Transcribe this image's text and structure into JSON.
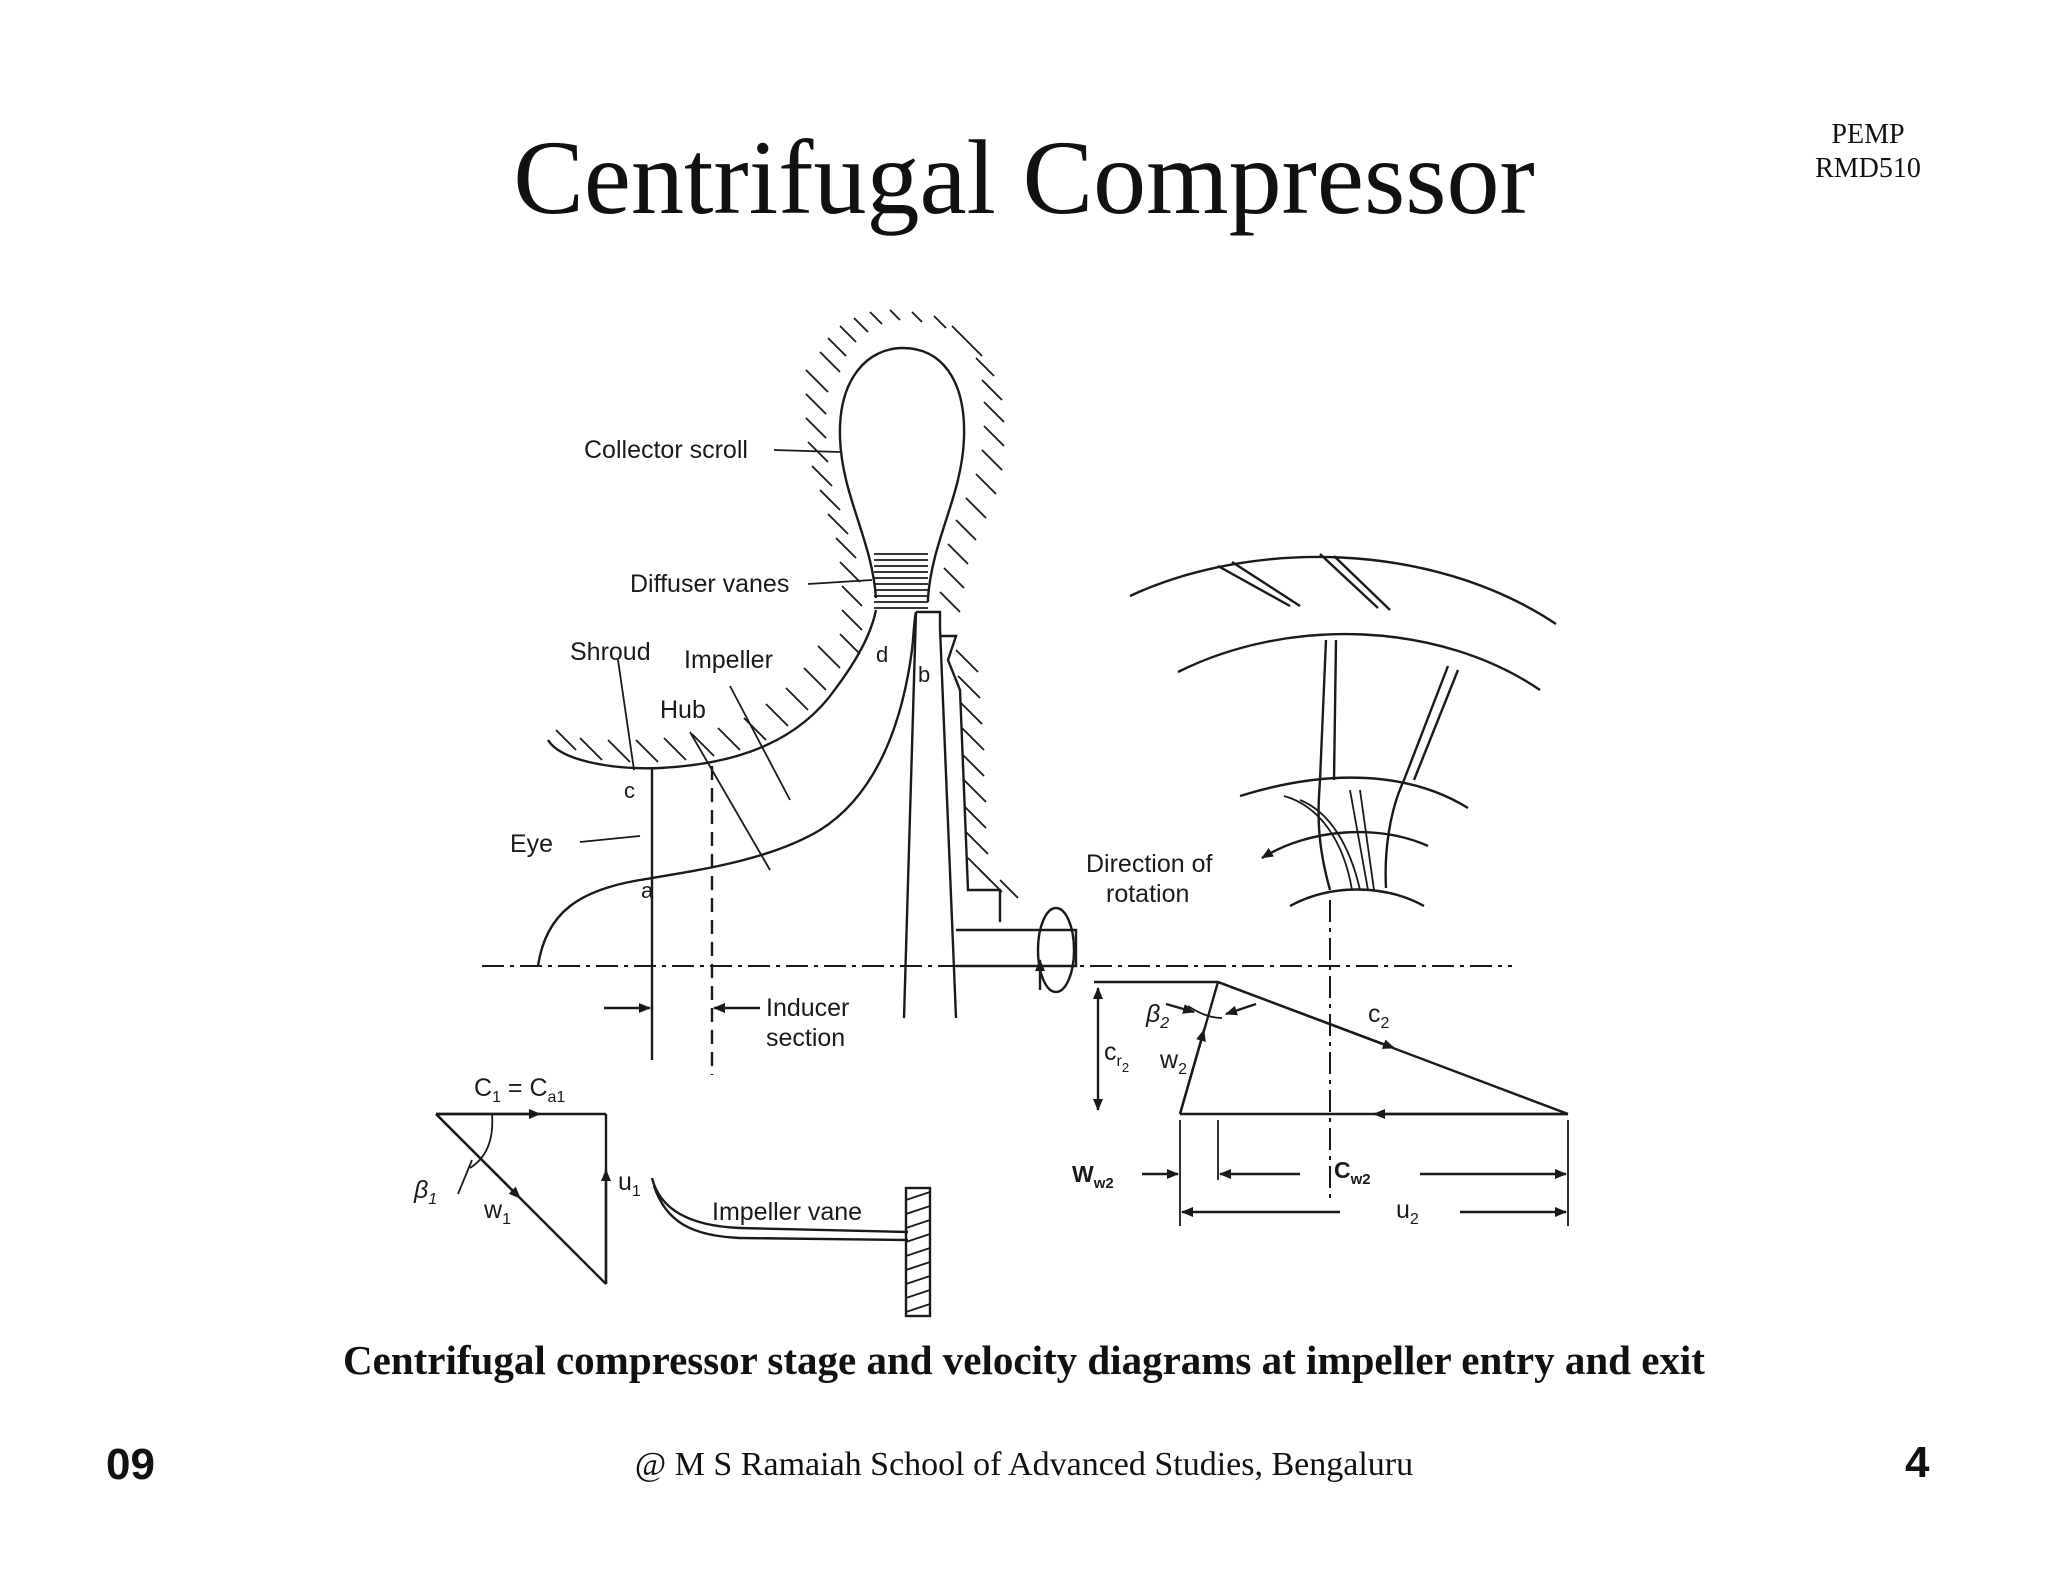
{
  "slide": {
    "title": "Centrifugal Compressor",
    "code_line1": "PEMP",
    "code_line2": "RMD510",
    "caption": "Centrifugal compressor stage and velocity diagrams at impeller entry and exit",
    "footer_left": "09",
    "footer_center": "@ M S Ramaiah School of Advanced Studies, Bengaluru",
    "footer_right": "4"
  },
  "diagram": {
    "labels": {
      "collector_scroll": "Collector scroll",
      "diffuser_vanes": "Diffuser vanes",
      "shroud": "Shroud",
      "impeller": "Impeller",
      "hub": "Hub",
      "eye": "Eye",
      "point_a": "a",
      "point_b": "b",
      "point_c": "c",
      "point_d": "d",
      "inducer_line1": "Inducer",
      "inducer_line2": "section",
      "impeller_vane": "Impeller vane",
      "direction_line1": "Direction of",
      "direction_line2": "rotation"
    },
    "inlet_triangle": {
      "c1_main": "C",
      "c1_sub": "1",
      "equals": " = C",
      "ca1_sub": "a1",
      "beta1_main": "β",
      "beta1_sub": "1",
      "w1_main": "w",
      "w1_sub": "1",
      "u1_main": "u",
      "u1_sub": "1"
    },
    "outlet_triangle": {
      "beta2_main": "β",
      "beta2_sub": "2",
      "c2_main": "c",
      "c2_sub": "2",
      "cr2_main": "c",
      "cr2_sub": "r",
      "cr2_sub2": "2",
      "w2_main": "w",
      "w2_sub": "2",
      "ww2_main": "W",
      "ww2_sub": "w2",
      "cw2_main": "C",
      "cw2_sub": "w2",
      "u2_main": "u",
      "u2_sub": "2"
    }
  }
}
